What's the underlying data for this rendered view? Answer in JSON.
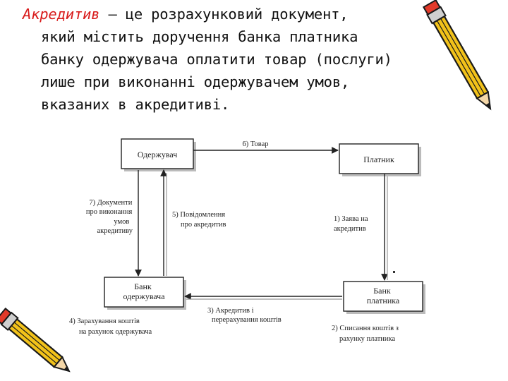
{
  "slide": {
    "definition": {
      "term": "Акредитив",
      "lines": [
        "— це розрахунковий документ,",
        "який містить доручення банка платника",
        "банку одержувача оплатити товар (послуги)",
        "лише при виконанні одержувачем умов,",
        "вказаних в акредитиві."
      ]
    }
  },
  "diagram": {
    "nodes": {
      "recipient": [
        "Одержувач"
      ],
      "payer": [
        "Платник"
      ],
      "recipient_bank": [
        "Банк",
        "одержувача"
      ],
      "payer_bank": [
        "Банк",
        "платника"
      ]
    },
    "edges": {
      "e1": [
        "1) Заява на",
        "акредитив"
      ],
      "e2": [
        "2) Списання коштів з",
        "рахунку платника"
      ],
      "e3": [
        "3) Акредитив і",
        "перерахування коштів"
      ],
      "e4": [
        "4) Зарахування коштів",
        "на рахунок одержувача"
      ],
      "e5": [
        "5) Повідомлення",
        "про акредитив"
      ],
      "e6": [
        "6) Товар"
      ],
      "e7": [
        "7) Документи",
        "про виконання",
        "умов",
        "акредитиву"
      ]
    }
  },
  "decor": {
    "icons": [
      "pencil-icon",
      "pencil-icon"
    ],
    "colors": {
      "term": "#d81b1b",
      "pencil_body": "#f2c21a",
      "pencil_outline": "#1a1a1a",
      "pencil_eraser": "#e23a2a"
    }
  }
}
